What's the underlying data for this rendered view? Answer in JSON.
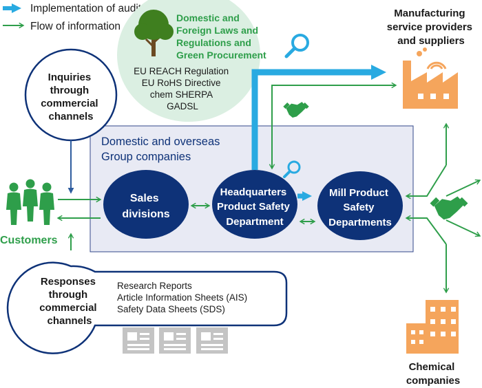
{
  "legend": {
    "audit": "Implementation of audit",
    "info": "Flow of information"
  },
  "laws": {
    "title": [
      "Domestic and",
      "Foreign Laws and",
      "Regulations and",
      "Green Procurement"
    ],
    "items": [
      "EU REACH Regulation",
      "EU RoHS Directive",
      "chem SHERPA",
      "GADSL"
    ]
  },
  "inquiries": [
    "Inquiries",
    "through",
    "commercial",
    "channels"
  ],
  "responses": [
    "Responses",
    "through",
    "commercial",
    "channels"
  ],
  "documents": [
    "Research Reports",
    "Article Information Sheets (AIS)",
    "Safety Data Sheets (SDS)"
  ],
  "group": [
    "Domestic and overseas",
    "Group companies"
  ],
  "nodes": {
    "sales": [
      "Sales",
      "divisions"
    ],
    "hq": [
      "Headquarters",
      "Product Safety",
      "Department"
    ],
    "mill": [
      "Mill Product",
      "Safety",
      "Departments"
    ]
  },
  "customers": "Customers",
  "manufacturing": [
    "Manufacturing",
    "service providers",
    "and suppliers"
  ],
  "chemical": [
    "Chemical",
    "companies"
  ],
  "colors": {
    "audit": "#29aae1",
    "info": "#2e9e4a",
    "navy": "#0e3278",
    "orange": "#f5a55c",
    "group_fill": "#e8eaf4",
    "laws_fill": "#dbefe2"
  }
}
